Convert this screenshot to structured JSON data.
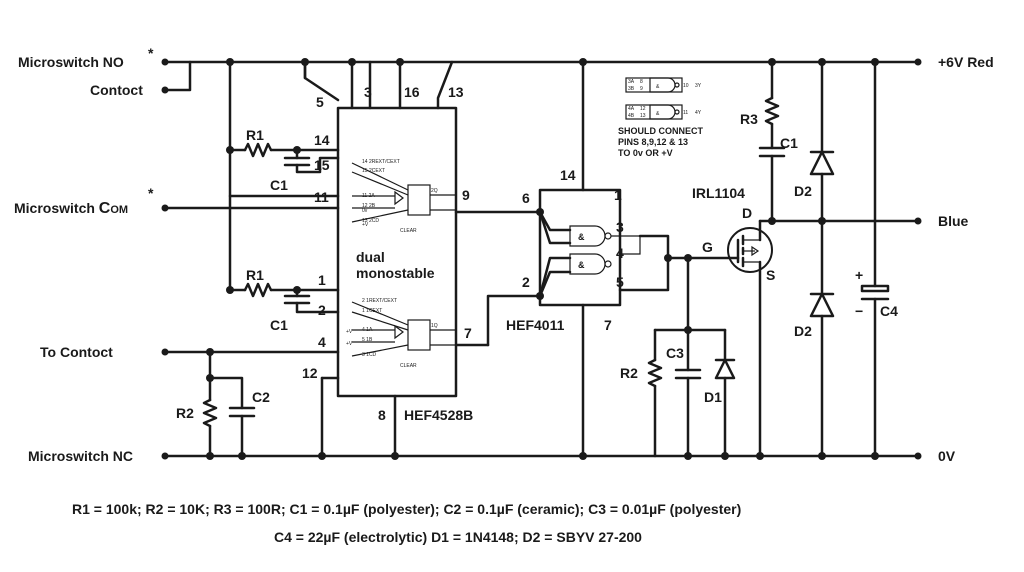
{
  "terminals": {
    "microswitch_no": "Microswitch NO",
    "asterisk": "*",
    "contact": "Contoct",
    "microswitch_com_prefix": "Microswitch ",
    "microswitch_com_c": "C",
    "microswitch_com_suffix": "OM",
    "to_contact": "To Contoct",
    "microswitch_nc": "Microswitch NC",
    "plus6v_red": "+6V Red",
    "blue": "Blue",
    "zero_v": "0V"
  },
  "pins": {
    "p1": "1",
    "p2": "2",
    "p3": "3",
    "p4": "4",
    "p5": "5",
    "p6": "6",
    "p7": "7",
    "p8": "8",
    "p9": "9",
    "p11": "11",
    "p12": "12",
    "p13": "13",
    "p14": "14",
    "p15": "15",
    "p16": "16"
  },
  "internal": {
    "u1": "14 2REXT/CEXT",
    "u2": "15 2CEXT",
    "u3": "11 2A",
    "u4": "12 2B",
    "u5": "13 2CD",
    "zero_v": "0v",
    "plus_v": "+V",
    "clear": "CLEAR",
    "l1": "2 1REXT/CEXT",
    "l2": "1 1CEXT",
    "l3": "4 1A",
    "l4": "5 1B",
    "l5": "3 1CD",
    "q_upper": "2Q",
    "q_lower": "1Q"
  },
  "chip": {
    "dual": "dual",
    "monostable": "monostable",
    "hef4528b": "HEF4528B",
    "hef4011": "HEF4011"
  },
  "note": {
    "line1": "SHOULD CONNECT",
    "line2": "PINS 8,9,12 & 13",
    "line3": "TO 0v OR +V"
  },
  "components": {
    "r1": "R1",
    "c1": "C1",
    "r2": "R2",
    "c2": "C2",
    "c3": "C3",
    "d1": "D1",
    "g": "G",
    "d": "D",
    "s": "S",
    "irl1104": "IRL1104",
    "r3": "R3",
    "d2": "D2",
    "c4": "C4"
  },
  "legend": {
    "line1": "R1 = 100k; R2 = 10K; R3 = 100R; C1 = 0.1µF (polyester); C2 = 0.1µF (ceramic); C3 = 0.01µF (polyester)",
    "line2": "C4 = 22µF (electrolytic) D1 = 1N4148; D2 = SBYV 27-200"
  }
}
